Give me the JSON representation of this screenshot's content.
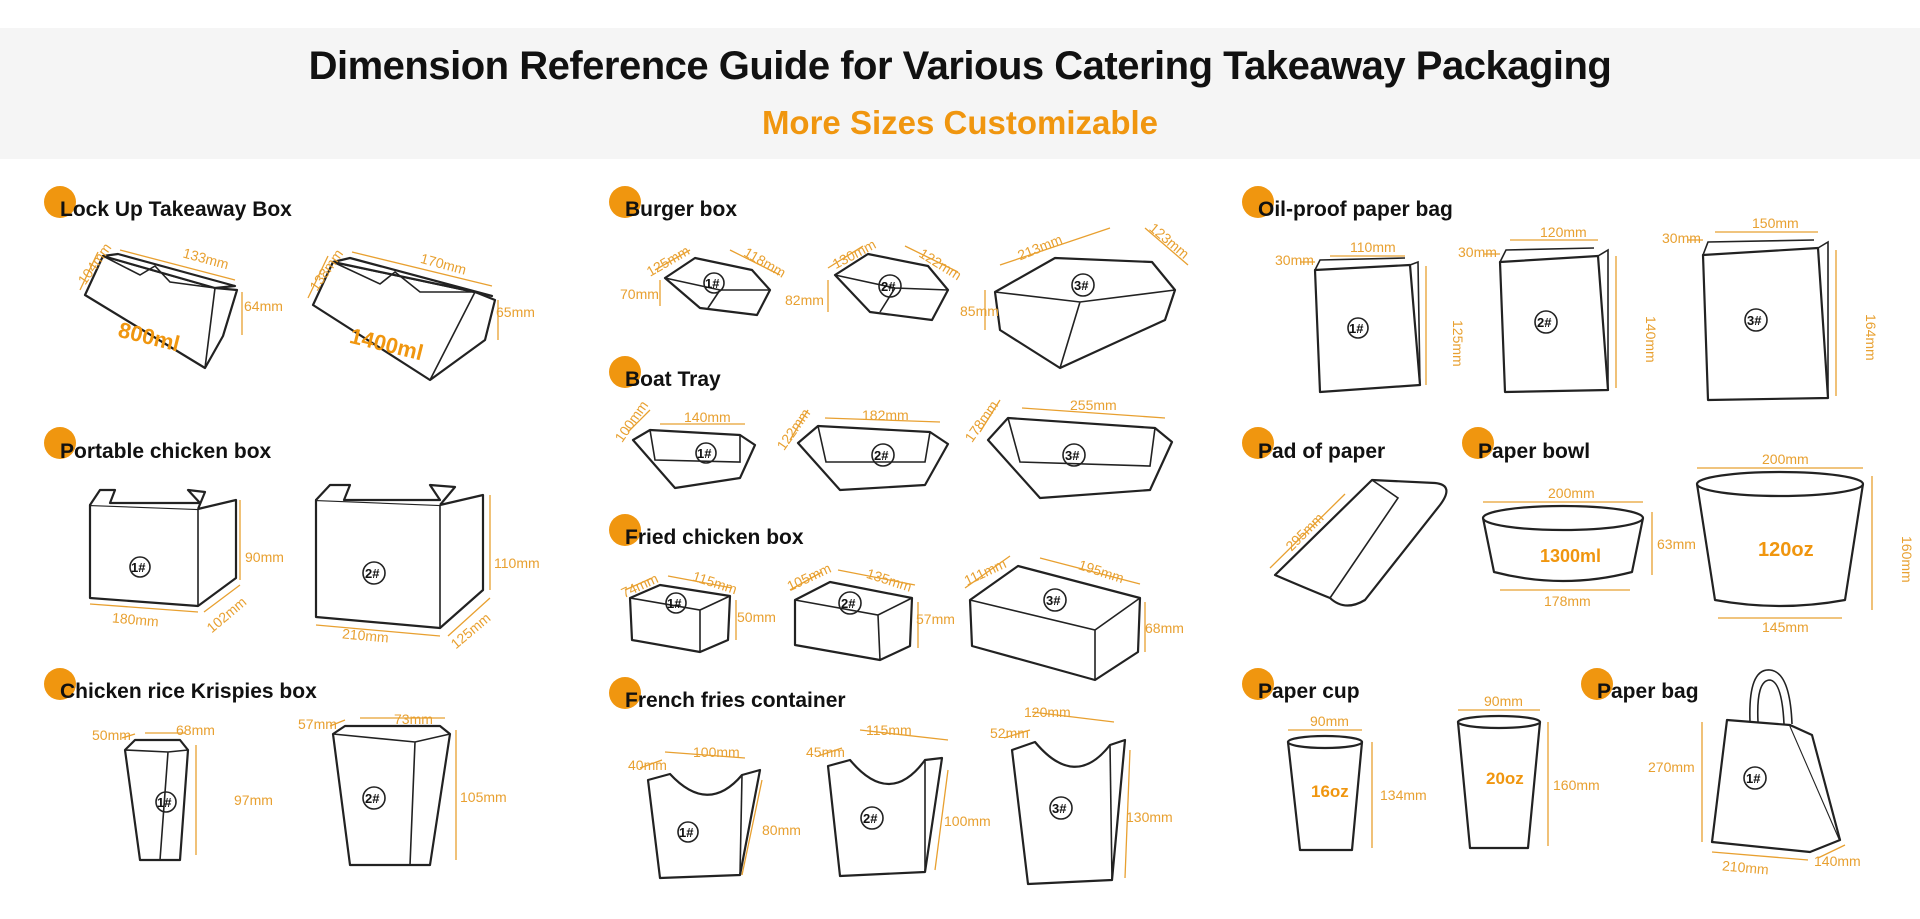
{
  "header": {
    "title": "Dimension Reference Guide for Various Catering Takeaway Packaging",
    "subtitle": "More Sizes Customizable"
  },
  "colors": {
    "accent": "#f0960f",
    "dimension": "#e8a030",
    "outline": "#222222",
    "header_bg": "#f5f5f5"
  },
  "sections": {
    "lockup": {
      "title": "Lock Up Takeaway Box",
      "items": [
        {
          "caption": "800ml",
          "dims": [
            "104mm",
            "133mm",
            "64mm"
          ]
        },
        {
          "caption": "1400ml",
          "dims": [
            "138mm",
            "170mm",
            "65mm"
          ]
        }
      ]
    },
    "portable": {
      "title": "Portable chicken box",
      "items": [
        {
          "label": "1#",
          "dims": [
            "90mm",
            "180mm",
            "102mm"
          ]
        },
        {
          "label": "2#",
          "dims": [
            "110mm",
            "210mm",
            "125mm"
          ]
        }
      ]
    },
    "krispies": {
      "title": "Chicken rice Krispies box",
      "items": [
        {
          "label": "1#",
          "dims": [
            "50mm",
            "68mm",
            "97mm"
          ]
        },
        {
          "label": "2#",
          "dims": [
            "57mm",
            "73mm",
            "105mm"
          ]
        }
      ]
    },
    "burger": {
      "title": "Burger box",
      "items": [
        {
          "label": "1#",
          "dims": [
            "125mm",
            "118mm",
            "70mm"
          ]
        },
        {
          "label": "2#",
          "dims": [
            "130mm",
            "122mm",
            "82mm"
          ]
        },
        {
          "label": "3#",
          "dims": [
            "213mm",
            "123mm",
            "85mm"
          ]
        }
      ]
    },
    "boat": {
      "title": "Boat Tray",
      "items": [
        {
          "label": "1#",
          "dims": [
            "100mm",
            "140mm"
          ]
        },
        {
          "label": "2#",
          "dims": [
            "122mm",
            "182mm"
          ]
        },
        {
          "label": "3#",
          "dims": [
            "178mm",
            "255mm"
          ]
        }
      ]
    },
    "fried": {
      "title": "Fried chicken box",
      "items": [
        {
          "label": "1#",
          "dims": [
            "74mm",
            "115mm",
            "50mm"
          ]
        },
        {
          "label": "2#",
          "dims": [
            "105mm",
            "135mm",
            "57mm"
          ]
        },
        {
          "label": "3#",
          "dims": [
            "111mm",
            "195mm",
            "68mm"
          ]
        }
      ]
    },
    "fries": {
      "title": "French fries container",
      "items": [
        {
          "label": "1#",
          "dims": [
            "40mm",
            "100mm",
            "80mm"
          ]
        },
        {
          "label": "2#",
          "dims": [
            "45mm",
            "115mm",
            "100mm"
          ]
        },
        {
          "label": "3#",
          "dims": [
            "52mm",
            "120mm",
            "130mm"
          ]
        }
      ]
    },
    "oilbag": {
      "title": "Oil-proof paper bag",
      "items": [
        {
          "label": "1#",
          "dims": [
            "30mm",
            "110mm",
            "125mm"
          ]
        },
        {
          "label": "2#",
          "dims": [
            "30mm",
            "120mm",
            "140mm"
          ]
        },
        {
          "label": "3#",
          "dims": [
            "30mm",
            "150mm",
            "164mm"
          ]
        }
      ]
    },
    "pad": {
      "title": "Pad of paper",
      "dims": [
        "295mm"
      ]
    },
    "bowl": {
      "title": "Paper bowl",
      "items": [
        {
          "caption": "1300ml",
          "dims": [
            "200mm",
            "63mm",
            "178mm"
          ]
        },
        {
          "caption": "120oz",
          "dims": [
            "200mm",
            "160mm",
            "145mm"
          ]
        }
      ]
    },
    "cup": {
      "title": "Paper cup",
      "items": [
        {
          "caption": "16oz",
          "dims": [
            "90mm",
            "134mm"
          ]
        },
        {
          "caption": "20oz",
          "dims": [
            "90mm",
            "160mm"
          ]
        }
      ]
    },
    "bag": {
      "title": "Paper bag",
      "label": "1#",
      "dims": [
        "270mm",
        "210mm",
        "140mm"
      ]
    }
  }
}
